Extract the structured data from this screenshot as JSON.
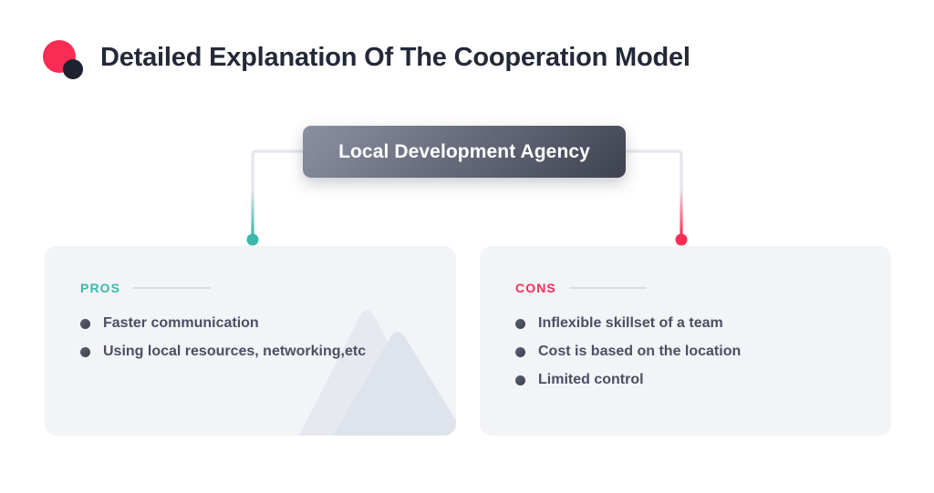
{
  "header": {
    "title": "Detailed Explanation Of The Cooperation Model",
    "title_color": "#242938",
    "logo": {
      "main_icon": "circle-icon",
      "accent_icon": "circle-icon",
      "main_color": "#fa2c53",
      "accent_color": "#1d2130"
    }
  },
  "diagram": {
    "center_node": {
      "label": "Local Development Agency",
      "gradient_from": "#8b90a3",
      "gradient_to": "#3f4250",
      "text_color": "#ffffff"
    },
    "connectors": [
      {
        "side": "left",
        "line_color_start": "#e4e7ee",
        "line_color_end": "#3cb7ab",
        "endpoint_color": "#3cb7ab",
        "endpoint_icon": "connector-dot-icon"
      },
      {
        "side": "right",
        "line_color_start": "#e4e7ee",
        "line_color_end": "#fa2c53",
        "endpoint_color": "#fa2c53",
        "endpoint_icon": "connector-dot-icon"
      }
    ]
  },
  "cards": [
    {
      "id": "pros",
      "heading": "PROS",
      "heading_color": "#3cb7ab",
      "background": "#f3f4f7",
      "rule_color": "#d9dce4",
      "has_decoration": true,
      "items": [
        "Faster communication",
        "Using local resources, networking,etc"
      ]
    },
    {
      "id": "cons",
      "heading": "CONS",
      "heading_color": "#fa2c53",
      "background": "#f3f4f7",
      "rule_color": "#d9dce4",
      "has_decoration": false,
      "items": [
        "Inflexible skillset of a team",
        "Cost is based on the location",
        "Limited control"
      ]
    }
  ]
}
